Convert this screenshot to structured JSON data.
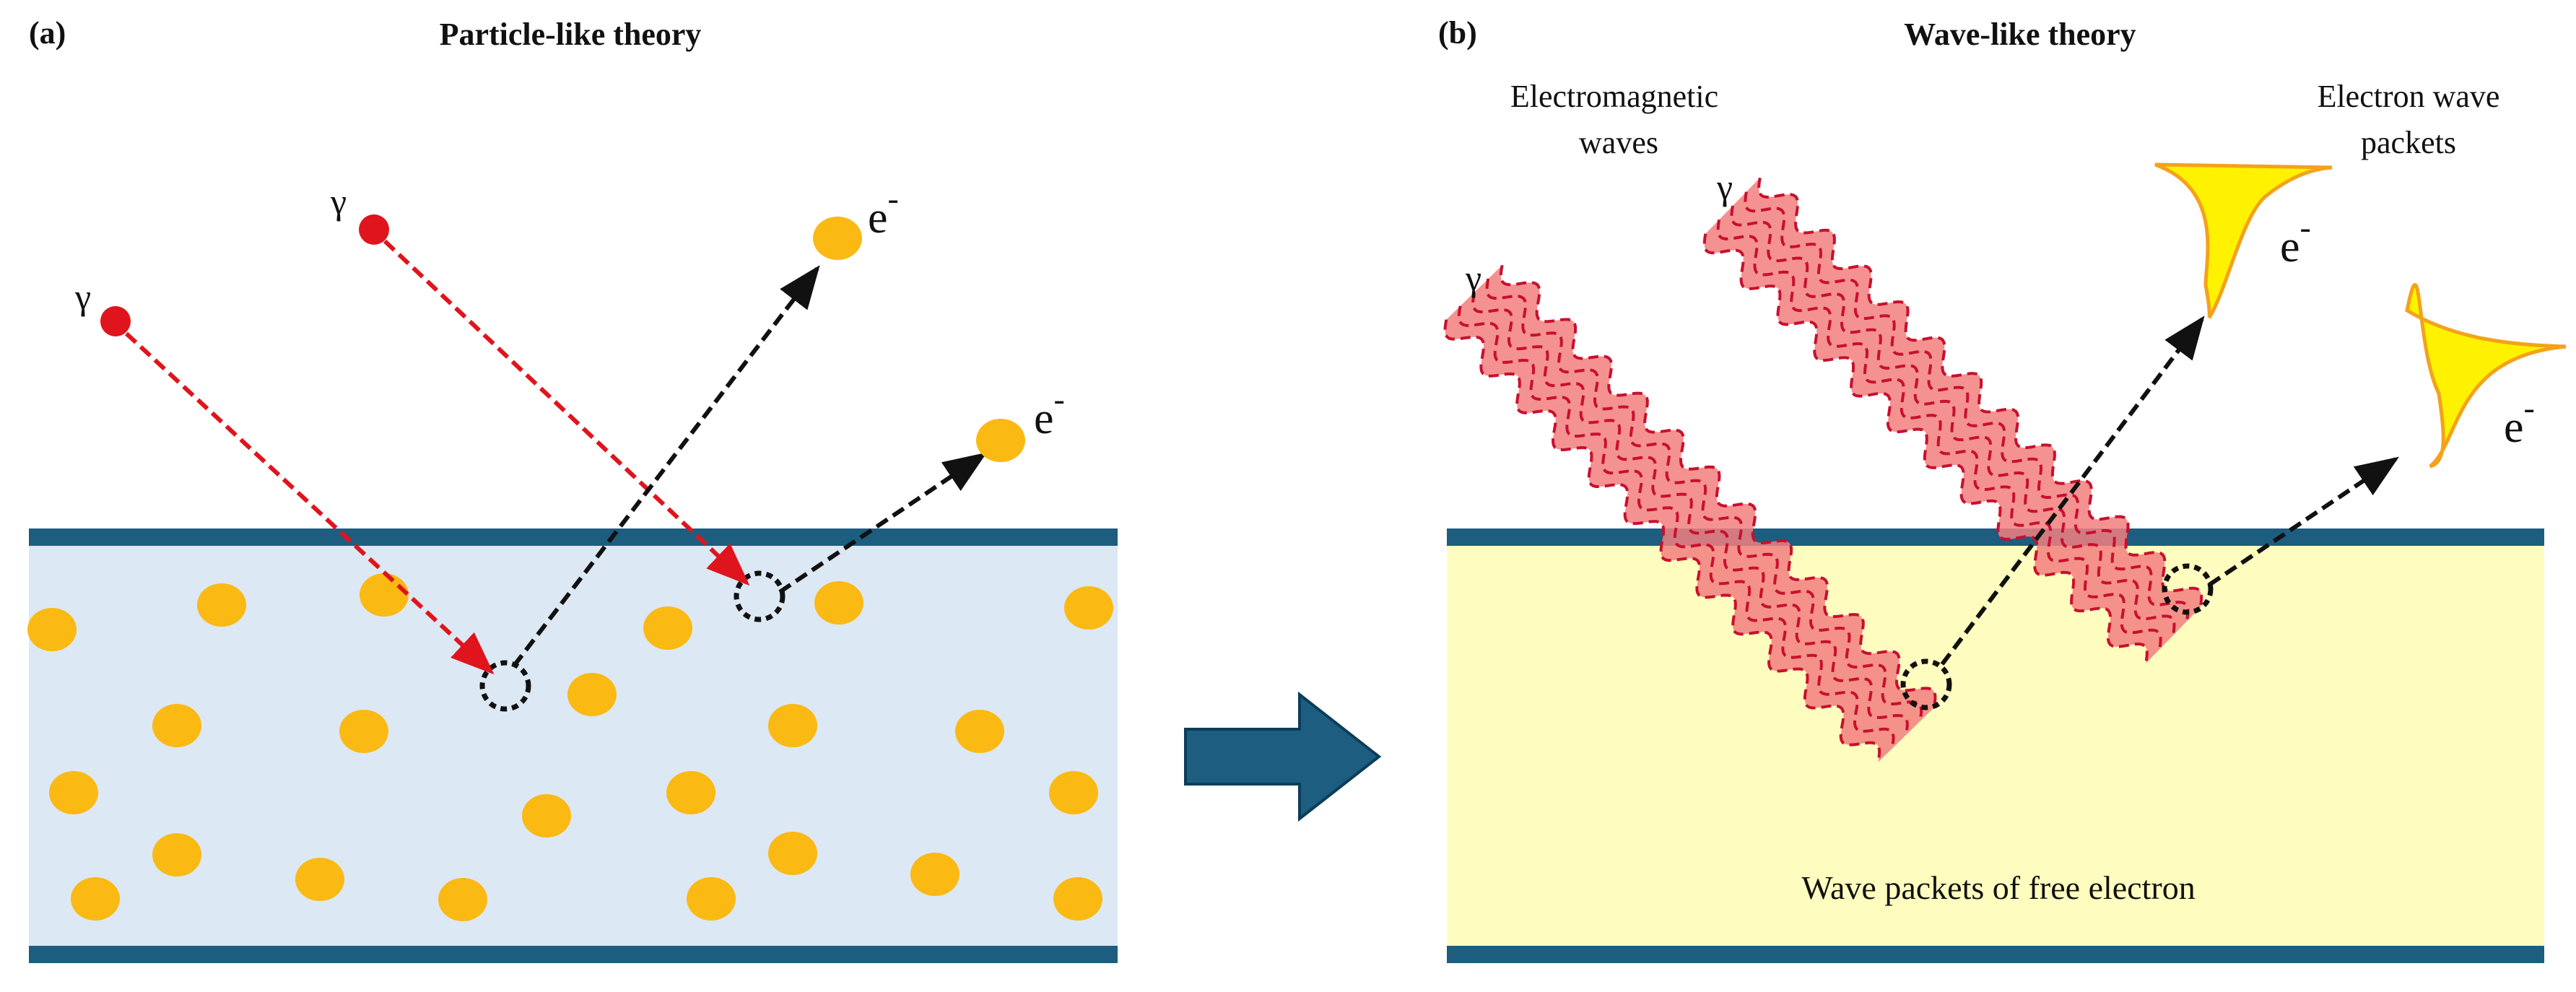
{
  "panel_a": {
    "tag": "(a)",
    "title": "Particle-like theory",
    "photon_symbol": "γ",
    "electron_symbol": "e",
    "electron_charge": "-"
  },
  "panel_b": {
    "tag": "(b)",
    "title": "Wave-like theory",
    "em_label_line1": "Electromagnetic",
    "em_label_line2": "waves",
    "packet_label_line1": "Electron wave",
    "packet_label_line2": "packets",
    "photon_symbol": "γ",
    "electron_symbol": "e",
    "electron_charge": "-",
    "bottom_label": "Wave packets of free electron"
  },
  "colors": {
    "metal_a_fill": "#dce8f4",
    "metal_b_fill": "#fefdbf",
    "border": "#1d5d7f",
    "electron": "#fbb913",
    "photon": "#e0141c",
    "wave_band": "#f27f7f",
    "packet": "#fef200",
    "packet_edge": "#f4a21b",
    "arrow": "#1d5d7f"
  },
  "icons": {
    "transition_arrow": "right-block-arrow",
    "photon": "red-dot",
    "electron": "orange-dot"
  }
}
